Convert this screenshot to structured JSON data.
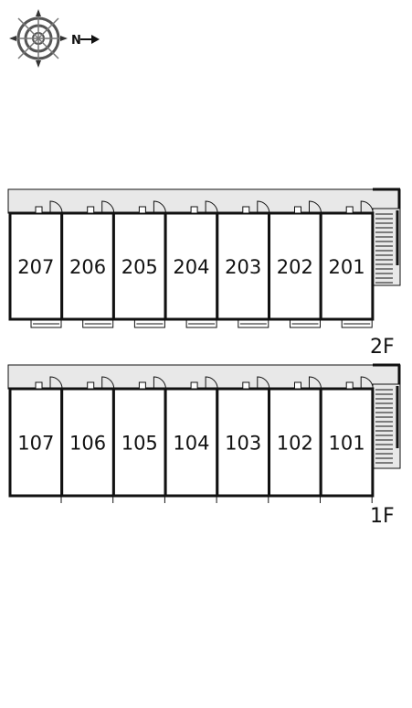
{
  "compass": {
    "north_letter": "N"
  },
  "floors": [
    {
      "id": "2F",
      "label": "2F",
      "units": [
        "207",
        "206",
        "205",
        "204",
        "203",
        "202",
        "201"
      ]
    },
    {
      "id": "1F",
      "label": "1F",
      "units": [
        "107",
        "106",
        "105",
        "104",
        "103",
        "102",
        "101"
      ]
    }
  ],
  "colors": {
    "line": "#111111",
    "corridor": "#e8e8e8",
    "background": "#ffffff"
  },
  "icons": [
    "compass-icon",
    "stairs-icon",
    "door-icon",
    "balcony-icon"
  ]
}
